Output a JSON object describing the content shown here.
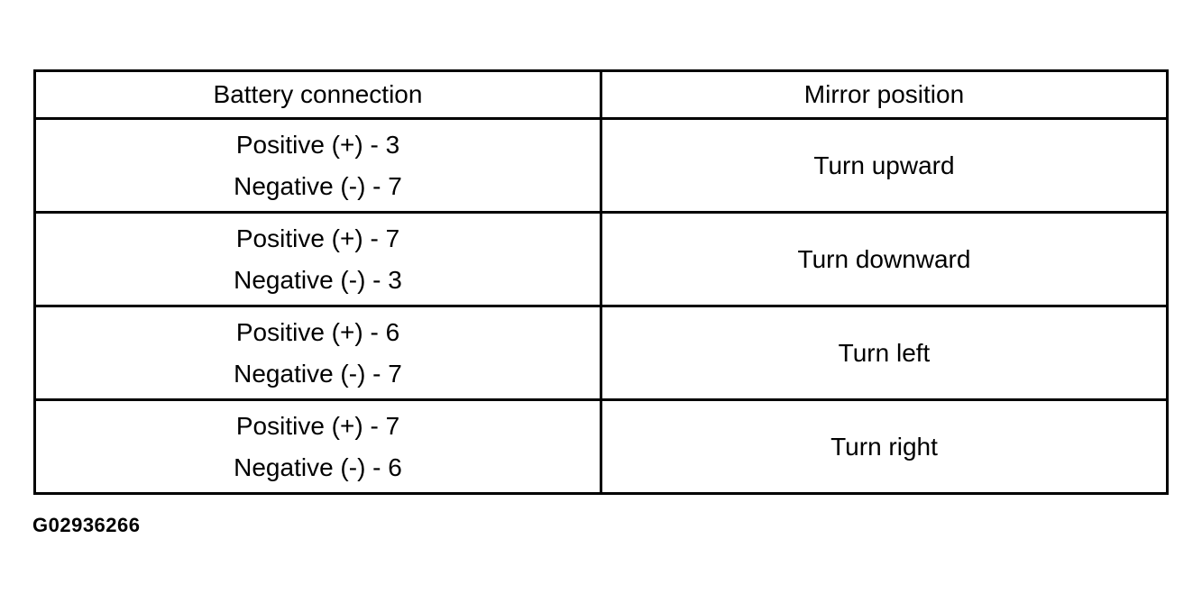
{
  "table": {
    "headers": {
      "battery": "Battery connection",
      "mirror": "Mirror position"
    },
    "rows": [
      {
        "battery_line1": "Positive (+) - 3",
        "battery_line2": "Negative (-) - 7",
        "mirror": "Turn upward"
      },
      {
        "battery_line1": "Positive (+) - 7",
        "battery_line2": "Negative (-) - 3",
        "mirror": "Turn downward"
      },
      {
        "battery_line1": "Positive (+) - 6",
        "battery_line2": "Negative (-) - 7",
        "mirror": "Turn left"
      },
      {
        "battery_line1": "Positive (+) - 7",
        "battery_line2": "Negative (-) - 6",
        "mirror": "Turn right"
      }
    ],
    "caption": "G02936266"
  },
  "colors": {
    "background": "#ffffff",
    "border": "#000000",
    "text": "#000000"
  }
}
